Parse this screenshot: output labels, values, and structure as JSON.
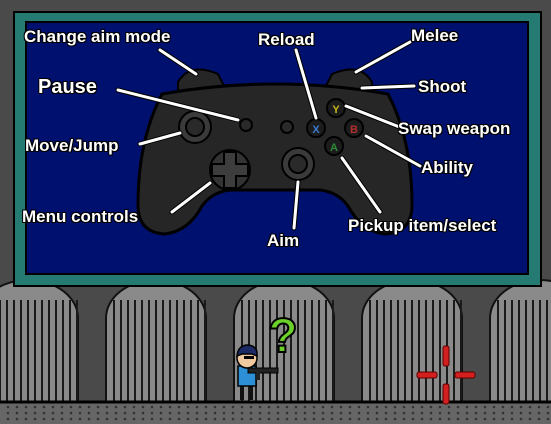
{
  "controls": {
    "change_aim_mode": "Change aim mode",
    "reload": "Reload",
    "melee": "Melee",
    "pause": "Pause",
    "shoot": "Shoot",
    "move_jump": "Move/Jump",
    "swap_weapon": "Swap weapon",
    "ability": "Ability",
    "menu_controls": "Menu controls",
    "pickup_item_select": "Pickup item/select",
    "aim": "Aim"
  },
  "face_buttons": {
    "x": "X",
    "y": "Y",
    "a": "A",
    "b": "B"
  },
  "colors": {
    "screen_bg": "#00106e",
    "frame": "#257a72",
    "controller": "#262626",
    "button_x": "#3b7bd1",
    "button_y": "#c9b61a",
    "button_a": "#2f8a3a",
    "button_b": "#b33030",
    "question_mark": "#6bd12a",
    "crosshair": "#d41f1f"
  }
}
